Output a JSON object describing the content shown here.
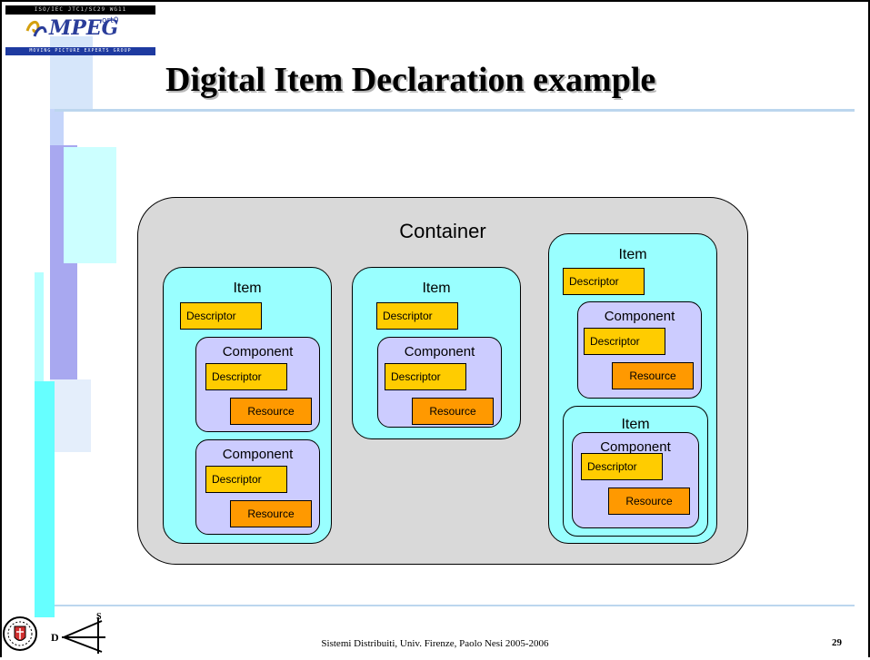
{
  "logo": {
    "top_text": "ISO/IEC JTC1/SC29 WG11",
    "word": "MPEG",
    "superscript": "ort0",
    "bottom_text": "MOVING PICTURE EXPERTS GROUP"
  },
  "slide": {
    "title": "Digital Item Declaration example",
    "footer": "Sistemi Distribuiti, Univ. Firenze, Paolo Nesi 2005-2006",
    "page_number": "29"
  },
  "diagram": {
    "container_label": "Container",
    "item1": {
      "label": "Item",
      "descriptor": "Descriptor",
      "component1": {
        "label": "Component",
        "descriptor": "Descriptor",
        "resource": "Resource"
      },
      "component2": {
        "label": "Component",
        "descriptor": "Descriptor",
        "resource": "Resource"
      }
    },
    "item2": {
      "label": "Item",
      "descriptor": "Descriptor",
      "component1": {
        "label": "Component",
        "descriptor": "Descriptor",
        "resource": "Resource"
      }
    },
    "item3": {
      "label": "Item",
      "descriptor": "Descriptor",
      "component1": {
        "label": "Component",
        "descriptor": "Descriptor",
        "resource": "Resource"
      },
      "subitem": {
        "label": "Item",
        "component1": {
          "label": "Component",
          "descriptor": "Descriptor",
          "resource": "Resource"
        }
      }
    }
  },
  "colors": {
    "container": "#d9d9d9",
    "item": "#99ffff",
    "component": "#ccccff",
    "descriptor": "#ffcc00",
    "resource": "#ff9900",
    "rule": "#bcd6ee"
  }
}
